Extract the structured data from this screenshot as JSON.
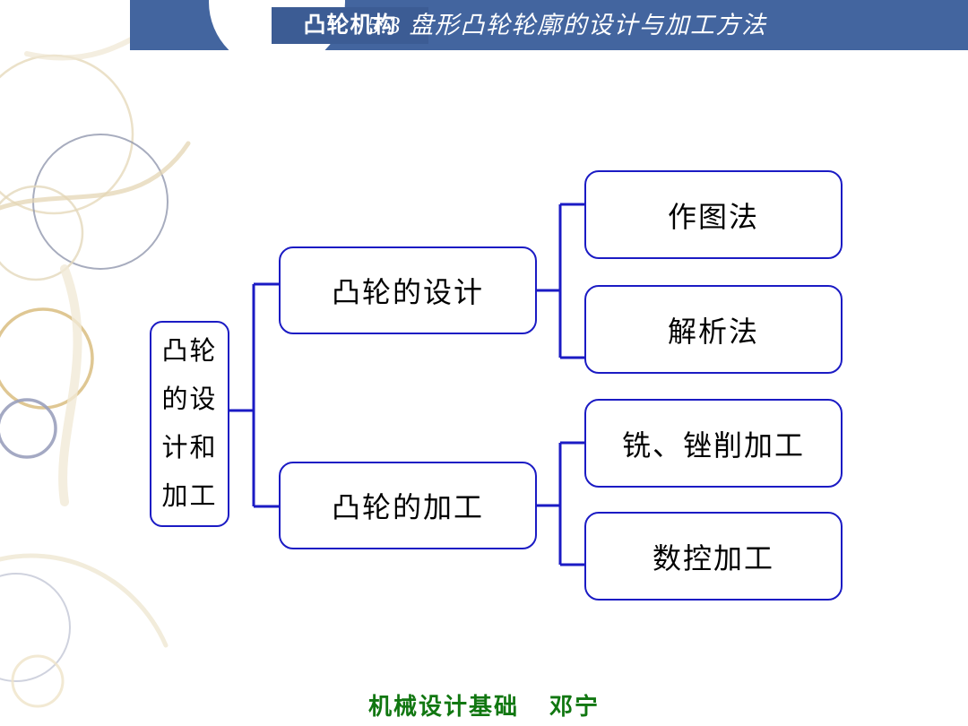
{
  "header": {
    "tag_label": "凸轮机构",
    "title": "5.3  盘形凸轮轮廓的设计与加工方法",
    "bar_color": "#43659f",
    "tag_color": "#3c5c94",
    "text_color": "#ffffff"
  },
  "diagram": {
    "line_color": "#1b1bc4",
    "box_fill": "#ffffff",
    "text_color": "#000000",
    "nodes": {
      "root": "凸轮的设计和加工",
      "level2": [
        {
          "id": "design",
          "label": "凸轮的设计"
        },
        {
          "id": "machining",
          "label": "凸轮的加工"
        }
      ],
      "level3": [
        {
          "id": "graphic",
          "label": "作图法",
          "parent": "design"
        },
        {
          "id": "analytic",
          "label": "解析法",
          "parent": "design"
        },
        {
          "id": "mill",
          "label": "铣、锉削加工",
          "parent": "machining"
        },
        {
          "id": "cnc",
          "label": "数控加工",
          "parent": "machining"
        }
      ]
    }
  },
  "footer": {
    "text": "机械设计基础    邓宁",
    "color": "#117711"
  },
  "decor": {
    "circle_gold": "#d8b878",
    "circle_gray": "#8a90a8",
    "circle_pale": "#efe6cf"
  }
}
